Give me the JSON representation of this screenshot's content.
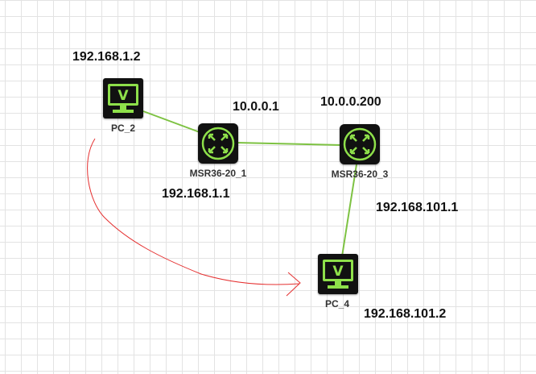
{
  "topology": {
    "devices": [
      {
        "id": "pc2",
        "type": "pc",
        "label": "PC_2"
      },
      {
        "id": "r1",
        "type": "router",
        "label": "MSR36-20_1"
      },
      {
        "id": "r3",
        "type": "router",
        "label": "MSR36-20_3"
      },
      {
        "id": "pc4",
        "type": "pc",
        "label": "PC_4"
      }
    ],
    "ip_labels": {
      "pc2_ip": "192.168.1.2",
      "r1_wan_ip": "10.0.0.1",
      "r1_lan_ip": "192.168.1.1",
      "r3_wan_ip": "10.0.0.200",
      "r3_lan_ip": "192.168.101.1",
      "pc4_ip": "192.168.101.2"
    },
    "links": [
      {
        "from": "pc2",
        "to": "r1"
      },
      {
        "from": "r1",
        "to": "r3"
      },
      {
        "from": "r3",
        "to": "pc4"
      }
    ],
    "annotation": {
      "type": "arrow",
      "from": "pc2",
      "to": "pc4",
      "description": "hand-drawn red arrow"
    }
  },
  "colors": {
    "link": "#7dc242",
    "icon_accent": "#8ee04a",
    "annotation": "#e53030",
    "grid": "#e3e3e3"
  },
  "icons": {
    "pc": "monitor-v-icon",
    "router": "router-arrows-icon"
  }
}
